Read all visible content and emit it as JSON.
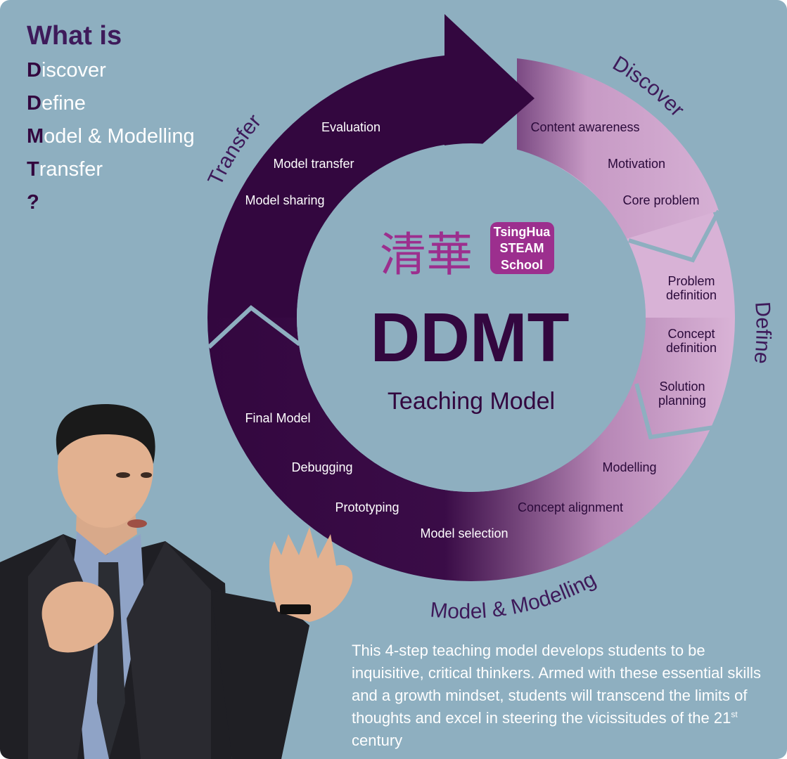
{
  "intro": {
    "heading": "What is",
    "steps": [
      {
        "initial": "D",
        "rest": "iscover"
      },
      {
        "initial": "D",
        "rest": "efine"
      },
      {
        "initial": "M",
        "rest": "odel & Modelling"
      },
      {
        "initial": "T",
        "rest": "ransfer"
      },
      {
        "initial": "?",
        "rest": ""
      }
    ]
  },
  "center": {
    "logo_chinese": "清華",
    "logo_badge": [
      "TsingHua",
      "STEAM",
      "School"
    ],
    "title": "DDMT",
    "subtitle": "Teaching Model"
  },
  "phases": {
    "discover": {
      "label": "Discover",
      "items": [
        "Content awareness",
        "Motivation",
        "Core problem"
      ]
    },
    "define": {
      "label": "Define",
      "items": [
        [
          "Problem",
          "definition"
        ],
        [
          "Concept",
          "definition"
        ],
        [
          "Solution",
          "planning"
        ]
      ]
    },
    "model": {
      "label": "Model & Modelling",
      "items": [
        "Modelling",
        "Concept alignment",
        "Model selection",
        "Prototyping",
        "Debugging",
        "Final Model"
      ]
    },
    "transfer": {
      "label": "Transfer",
      "items": [
        "Model sharing",
        "Model transfer",
        "Evaluation"
      ]
    }
  },
  "description": {
    "text": "This 4-step teaching model develops students to be inquisitive, critical thinkers. Armed with these essential skills and a growth mindset, students will transcend the limits of thoughts and excel in steering the vicissitudes of the 21",
    "superscript": "st",
    "tail": " century"
  },
  "colors": {
    "background": "#8eafc0",
    "dark_purple": "#33073f",
    "mid_purple": "#5e2a6e",
    "light_pink": "#d9b3d6",
    "heading": "#3e1a5a"
  }
}
